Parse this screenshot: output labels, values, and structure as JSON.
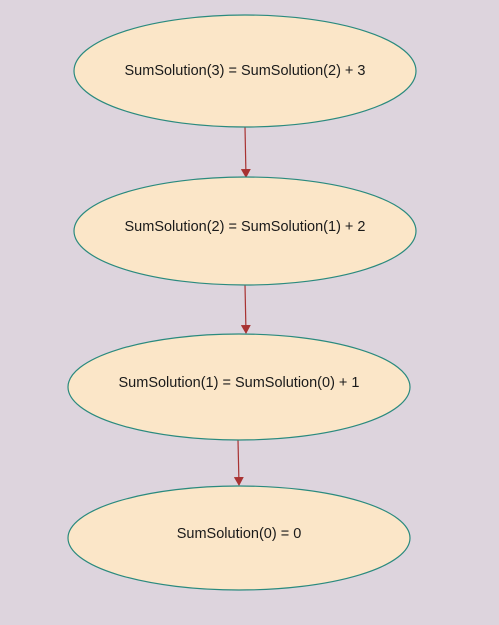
{
  "diagram": {
    "background": "#ddd4dd",
    "node_fill": "#fbe6c8",
    "node_stroke": "#2a8a7e",
    "arrow_color": "#a83232",
    "nodes": [
      {
        "id": "n3",
        "label": "SumSolution(3) = SumSolution(2) + 3"
      },
      {
        "id": "n2",
        "label": "SumSolution(2) = SumSolution(1) + 2"
      },
      {
        "id": "n1",
        "label": "SumSolution(1) = SumSolution(0) + 1"
      },
      {
        "id": "n0",
        "label": "SumSolution(0) = 0"
      }
    ],
    "edges": [
      {
        "from": "n3",
        "to": "n2"
      },
      {
        "from": "n2",
        "to": "n1"
      },
      {
        "from": "n1",
        "to": "n0"
      }
    ]
  }
}
